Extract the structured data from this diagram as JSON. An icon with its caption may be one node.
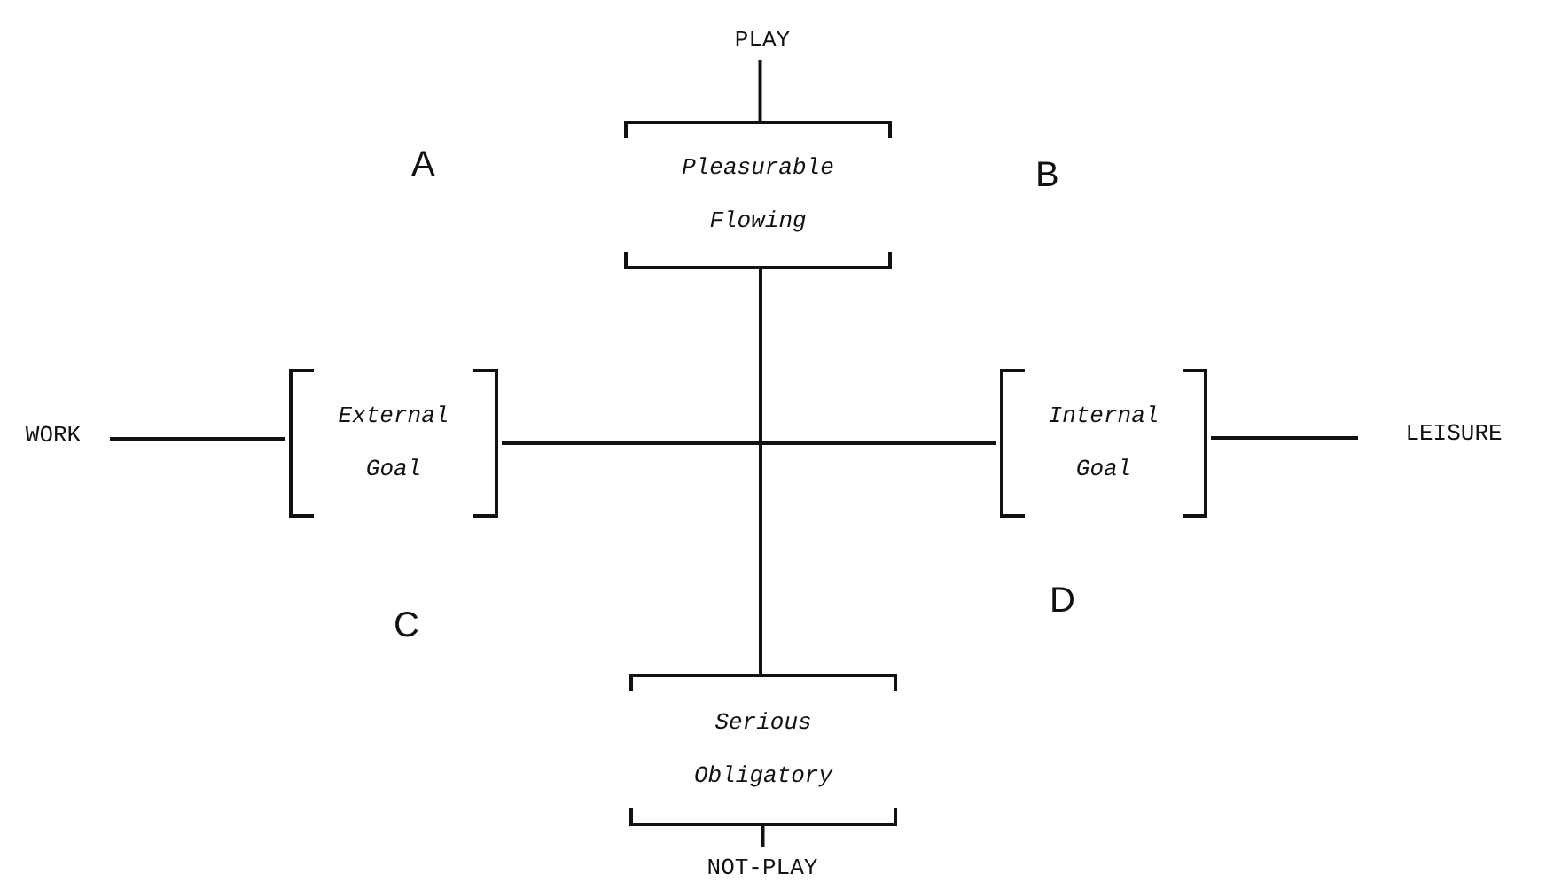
{
  "diagram": {
    "nodes": [
      {
        "text": [
          "PLAY"
        ]
      },
      {
        "text": [
          "Pleasurable Flowing"
        ]
      },
      {
        "text": [
          "WORK"
        ]
      },
      {
        "text": [
          "External Goal"
        ]
      },
      {
        "text": [
          "Internal Goal"
        ]
      },
      {
        "text": [
          "LEISURE"
        ]
      },
      {
        "text": [
          "Serious Obligatory"
        ]
      },
      {
        "text": [
          "NOT-PLAY"
        ]
      }
    ],
    "edges": [
      {
        "from": 0,
        "to": 1,
        "arrow": "none"
      },
      {
        "from": 1,
        "to": 6,
        "arrow": "none"
      },
      {
        "from": 2,
        "to": 3,
        "arrow": "none"
      },
      {
        "from": 3,
        "to": 4,
        "arrow": "none"
      },
      {
        "from": 4,
        "to": 5,
        "arrow": "none"
      },
      {
        "from": 6,
        "to": 7,
        "arrow": "none"
      }
    ],
    "labels": [
      "A",
      "B",
      "C",
      "D"
    ]
  }
}
